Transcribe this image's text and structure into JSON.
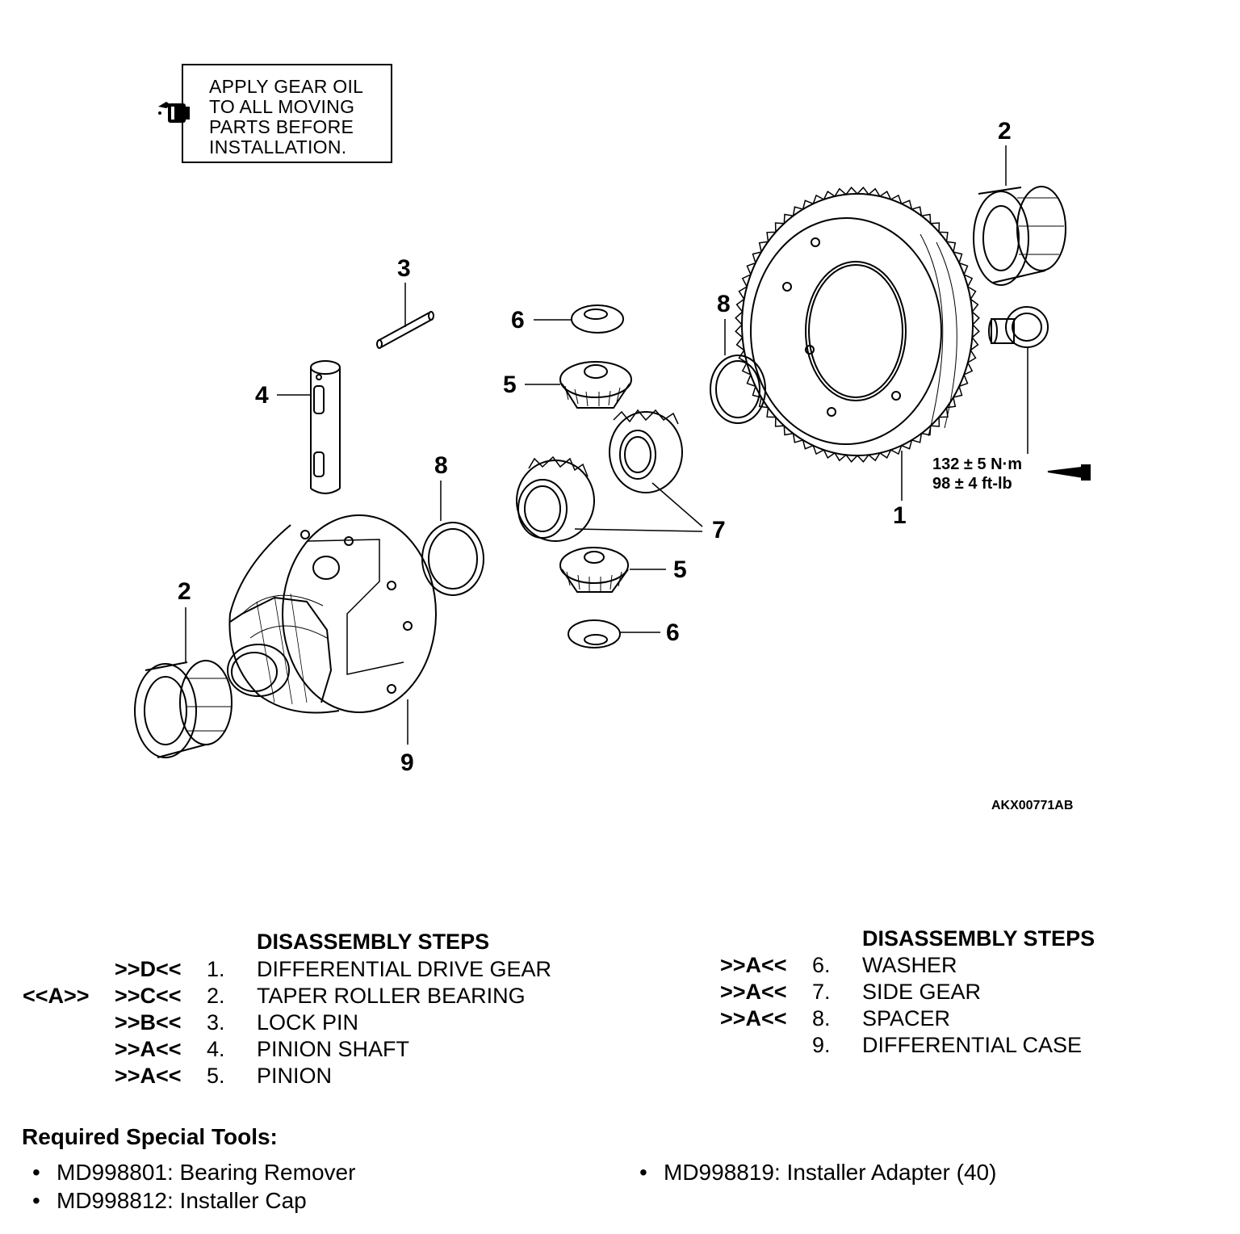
{
  "note_box": {
    "lines": [
      "APPLY GEAR OIL",
      "TO ALL MOVING",
      "PARTS BEFORE",
      "INSTALLATION."
    ],
    "icon": "oil-can-icon"
  },
  "callouts": {
    "c1": "1",
    "c2a": "2",
    "c2b": "2",
    "c3": "3",
    "c4": "4",
    "c5a": "5",
    "c5b": "5",
    "c6a": "6",
    "c6b": "6",
    "c7": "7",
    "c8a": "8",
    "c8b": "8",
    "c9": "9"
  },
  "torque": {
    "metric": "132 ± 5 N·m",
    "imperial": "98 ± 4 ft-lb"
  },
  "figure_id": "AKX00771AB",
  "steps_left": {
    "header": "DISASSEMBLY STEPS",
    "rows": [
      {
        "pre": "",
        "mark": ">>D<<",
        "num": "1.",
        "name": "DIFFERENTIAL DRIVE GEAR"
      },
      {
        "pre": "<<A>>",
        "mark": ">>C<<",
        "num": "2.",
        "name": "TAPER ROLLER BEARING"
      },
      {
        "pre": "",
        "mark": ">>B<<",
        "num": "3.",
        "name": "LOCK PIN"
      },
      {
        "pre": "",
        "mark": ">>A<<",
        "num": "4.",
        "name": "PINION SHAFT"
      },
      {
        "pre": "",
        "mark": ">>A<<",
        "num": "5.",
        "name": "PINION"
      }
    ]
  },
  "steps_right": {
    "header": "DISASSEMBLY STEPS",
    "rows": [
      {
        "mark": ">>A<<",
        "num": "6.",
        "name": "WASHER"
      },
      {
        "mark": ">>A<<",
        "num": "7.",
        "name": "SIDE GEAR"
      },
      {
        "mark": ">>A<<",
        "num": "8.",
        "name": "SPACER"
      },
      {
        "mark": "",
        "num": "9.",
        "name": "DIFFERENTIAL CASE"
      }
    ]
  },
  "tools": {
    "title": "Required Special Tools:",
    "bullet": "•",
    "items": [
      "MD998801: Bearing Remover",
      "MD998812: Installer Cap",
      "MD998819: Installer Adapter (40)"
    ]
  }
}
